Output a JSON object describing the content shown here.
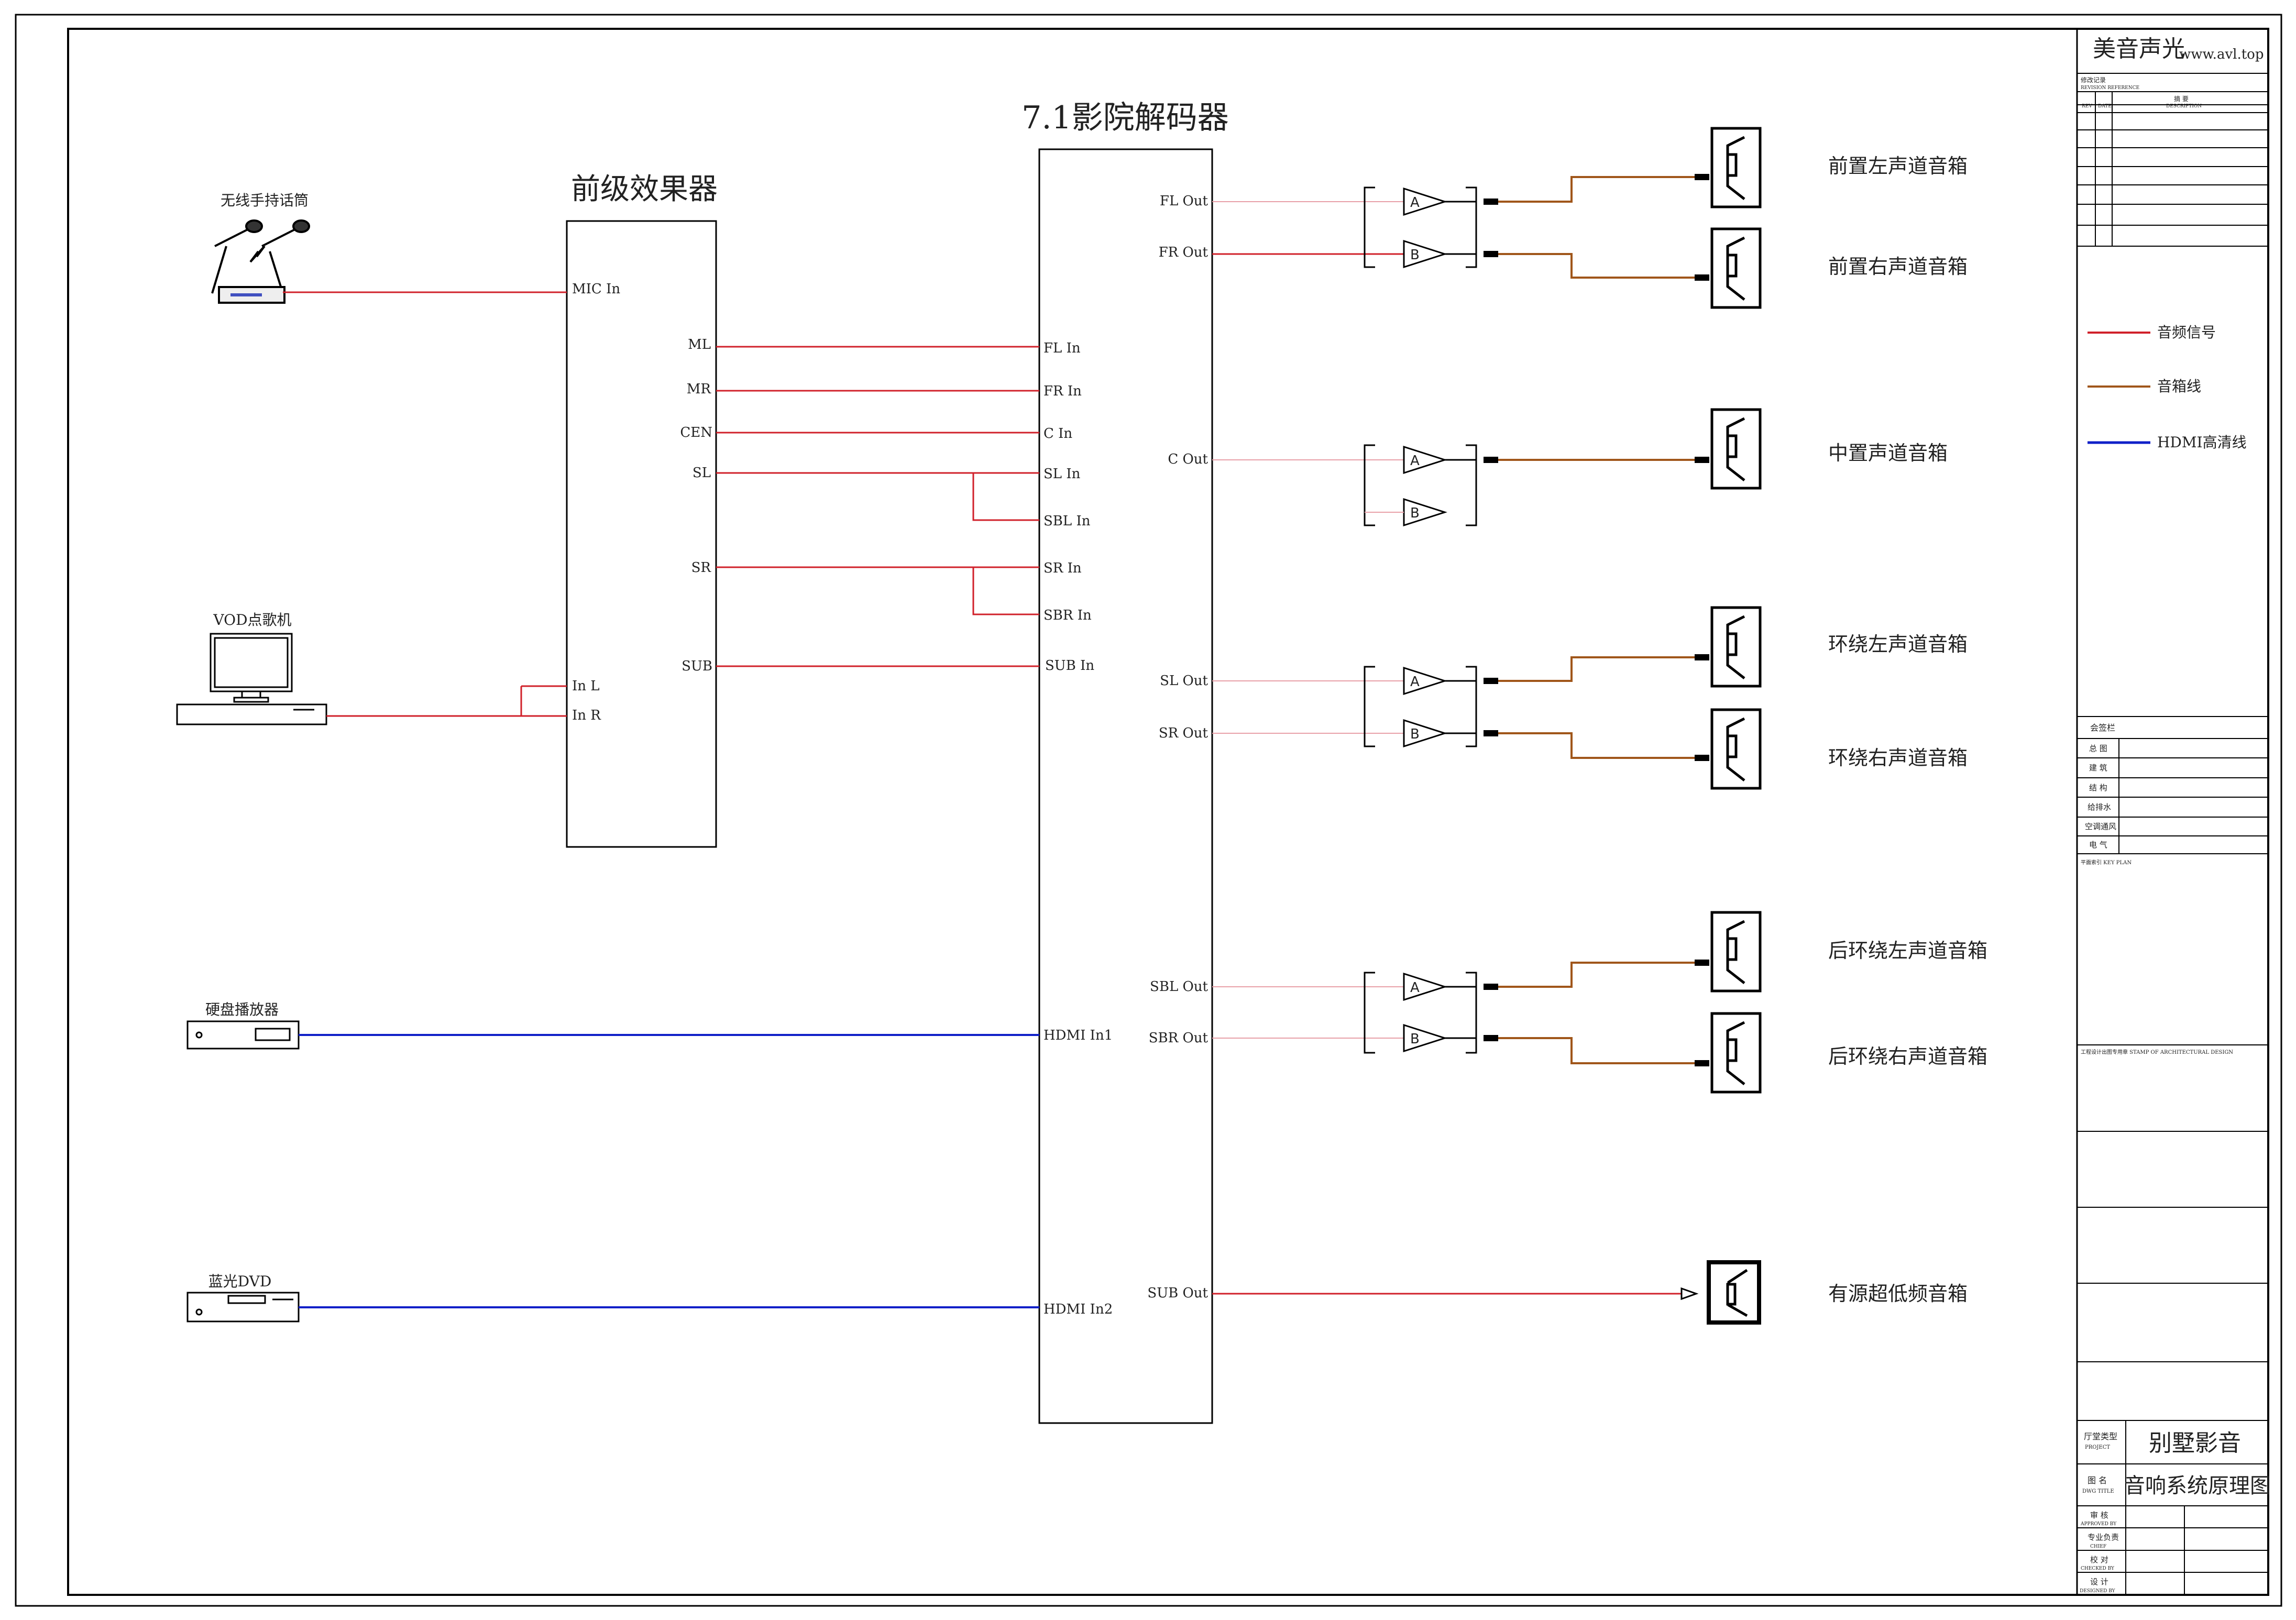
{
  "colors": {
    "audio": "#d0202a",
    "audio_light": "#e8a0a8",
    "speaker_line": "#a0561a",
    "hdmi": "#1020c8",
    "red_text": "#d0202a",
    "amp_label": "#c040c0",
    "line": "#000000"
  },
  "sources": {
    "mic": "无线手持话筒",
    "vod": "VOD点歌机",
    "hdd": "硬盘播放器",
    "bluray": "蓝光DVD"
  },
  "preamp": {
    "title": "前级效果器",
    "mic_in": "MIC In",
    "in_l": "In L",
    "in_r": "In R",
    "outs": [
      "ML",
      "MR",
      "CEN",
      "SL",
      "SR",
      "SUB"
    ]
  },
  "decoder": {
    "title": "7.1影院解码器",
    "inputs": [
      "FL In",
      "FR In",
      "C In",
      "SL In",
      "SBL In",
      "SR In",
      "SBR In",
      "SUB In",
      "HDMI In1",
      "HDMI In2"
    ],
    "outputs": [
      "FL Out",
      "FR Out",
      "C Out",
      "SL Out",
      "SR Out",
      "SBL Out",
      "SBR Out",
      "SUB Out"
    ]
  },
  "amp_labels": {
    "a": "A",
    "b": "B"
  },
  "speakers": [
    "前置左声道音箱",
    "前置右声道音箱",
    "中置声道音箱",
    "环绕左声道音箱",
    "环绕右声道音箱",
    "后环绕左声道音箱",
    "后环绕右声道音箱",
    "有源超低频音箱"
  ],
  "legend": {
    "audio": "音频信号",
    "speaker": "音箱线",
    "hdmi": "HDMI高清线"
  },
  "titleblock": {
    "brand": "美音声光",
    "site": "www.avl.top",
    "revision_cn": "修改记录",
    "revision_en": "REVISION REFERENCE",
    "rev_cols": [
      "REV",
      "DATE",
      "DESCRIPTION"
    ],
    "rev_desc_cn": "摘 要",
    "sign_header": "会签栏",
    "sign_rows": [
      "总 图",
      "建 筑",
      "结 构",
      "给排水",
      "空调通风",
      "电 气"
    ],
    "key_plan": "平面索引 KEY PLAN",
    "stamp": "工程设计出图专用章 STAMP OF ARCHITECTURAL DESIGN",
    "project_label_cn": "厅堂类型",
    "project_label_en": "PROJECT",
    "project": "别墅影音",
    "drawing_label_cn": "图 名",
    "drawing_label_en": "DWG TITLE",
    "drawing_title": "音响系统原理图",
    "approvals": [
      {
        "cn": "审 核",
        "en": "APPROVED BY"
      },
      {
        "cn": "专业负责",
        "en": "CHIEF"
      },
      {
        "cn": "校 对",
        "en": "CHECKED BY"
      },
      {
        "cn": "设 计",
        "en": "DESIGNED BY"
      }
    ]
  }
}
